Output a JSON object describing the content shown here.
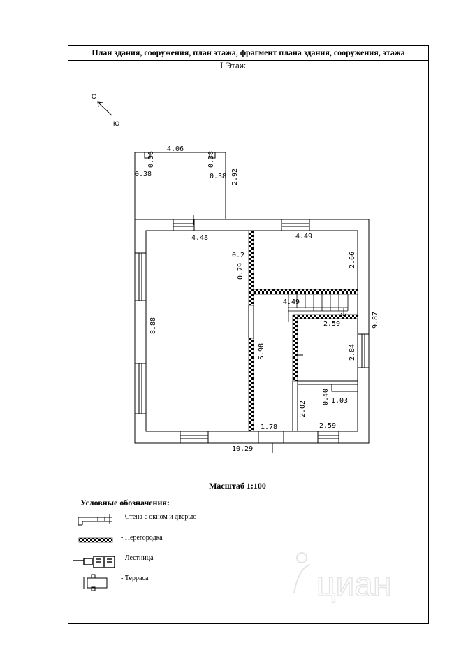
{
  "header": {
    "title": "План здания, сооружения, план этажа, фрагмент плана здания, сооружения, этажа"
  },
  "floor": {
    "label": "I  Этаж"
  },
  "compass": {
    "north": "С",
    "south": "Ю"
  },
  "dimensions": {
    "terrace_width": "4.06",
    "terrace_left_a": "0.38",
    "terrace_left_b": "0.38",
    "terrace_right_a": "0.38",
    "terrace_right_b": "0.38",
    "terrace_depth": "2.92",
    "room_left_width": "4.48",
    "room_right_top_width": "4.49",
    "partition_small": "0.2",
    "partition_offset": "0.79",
    "room_right_top_depth": "2.66",
    "stair_width": "4.49",
    "building_depth": "9.87",
    "room_left_depth": "8.88",
    "corridor_depth": "5.98",
    "mid_room_width": "2.59",
    "mid_room_depth": "2.84",
    "closet_offset": "0.40",
    "closet_width": "1.03",
    "lower_room_depth": "2.02",
    "corridor_width": "1.78",
    "bottom_room_width": "2.59",
    "building_width": "10.29"
  },
  "scale": {
    "label": "Масштаб 1:100"
  },
  "legend": {
    "title": "Условные обозначения:",
    "items": [
      {
        "label": "- Стена с окном и дверью"
      },
      {
        "label": "- Перегородка"
      },
      {
        "label": "- Лестница"
      },
      {
        "label": "- Терраса"
      }
    ]
  },
  "watermark": {
    "text": "циан"
  }
}
